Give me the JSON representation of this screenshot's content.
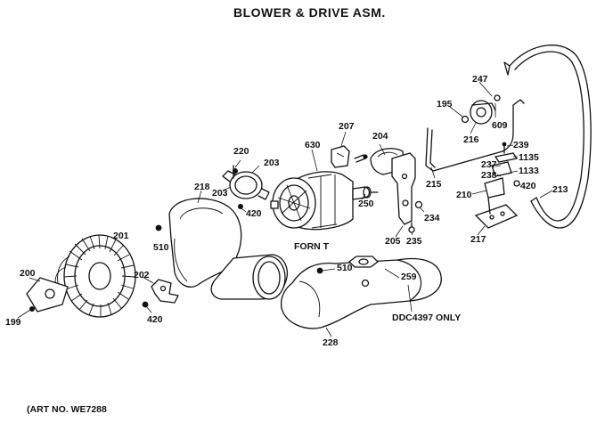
{
  "title": "BLOWER & DRIVE ASM.",
  "art_number": "(ART NO. WE7288",
  "note": "DDC4397 ONLY",
  "motor_marking": "FORN T",
  "labels": {
    "l199": "199",
    "l200": "200",
    "l201": "201",
    "l202": "202",
    "l420a": "420",
    "l510a": "510",
    "l218": "218",
    "l203a": "203",
    "l203b": "203",
    "l220": "220",
    "l420b": "420",
    "l630": "630",
    "l207": "207",
    "l204": "204",
    "l250": "250",
    "l234": "234",
    "l235": "235",
    "l205": "205",
    "l510b": "510",
    "l259": "259",
    "l228": "228",
    "l195": "195",
    "l247": "247",
    "l609": "609",
    "l216": "216",
    "l215": "215",
    "l239": "239",
    "l1135": "1135",
    "l237": "237",
    "l238": "238",
    "l1133": "1133",
    "l210": "210",
    "l420c": "420",
    "l213": "213",
    "l217": "217"
  }
}
